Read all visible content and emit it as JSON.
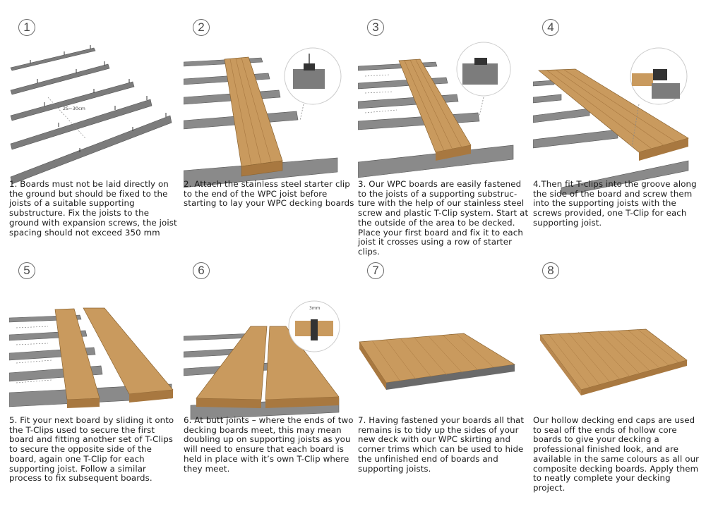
{
  "steps": [
    {
      "number": "1",
      "caption": "1. Boards must not be laid directly on the ground but should be fixed to the joists of a suitable supporting substructure. Fix the joists to the ground with expansion screws, the joist spacing should not exceed 350 mm",
      "dimension_label": "25~30cm"
    },
    {
      "number": "2",
      "caption": "2. Attach the stainless steel starter clip to the end of the WPC joist before starting to lay your WPC decking boards"
    },
    {
      "number": "3",
      "caption": "3. Our WPC boards are easily fastened to the joists of a supporting substruc­ture with the help of our stainless steel screw and plastic T-Clip system. Start at the outside of the area to be decked. Place your first board and fix it to each joist it crosses using a row of starter clips."
    },
    {
      "number": "4",
      "caption": "4.Then fit T-clips into the groove along the side of the board and screw them into the supporting joists with the screws provided, one T-Clip for each supporting joist."
    },
    {
      "number": "5",
      "caption": "5. Fit your next board by sliding it onto the T-Clips used to secure the first board and fitting another set of T-Clips to secure the opposite side of the board, again one T-Clip for each supporting joist. Follow a similar process to fix subsequent boards."
    },
    {
      "number": "6",
      "caption": "6. At butt joints – where the ends of two decking boards meet, this may mean doubling up on supporting joists as you will need to ensure that each board is held in place with it’s own T-Clip where they meet.",
      "dimension_label": "3mm"
    },
    {
      "number": "7",
      "caption": "7. Having fastened your boards all that remains is to tidy up the sides of your new deck with our WPC skirting and corner trims which can be used to hide the unfinished end of boards and supporting joists."
    },
    {
      "number": "8",
      "caption": "Our hollow decking end caps are used to seal off the ends of hollow core boards to give your decking a professional finished look, and are available in the same colours as all our composite decking boards. Apply them to neatly complete your decking project."
    }
  ],
  "colors": {
    "board": "#c99a5e",
    "board_dark": "#a87840",
    "joist": "#7c7c7c",
    "joist_dark": "#5a5a5a"
  }
}
